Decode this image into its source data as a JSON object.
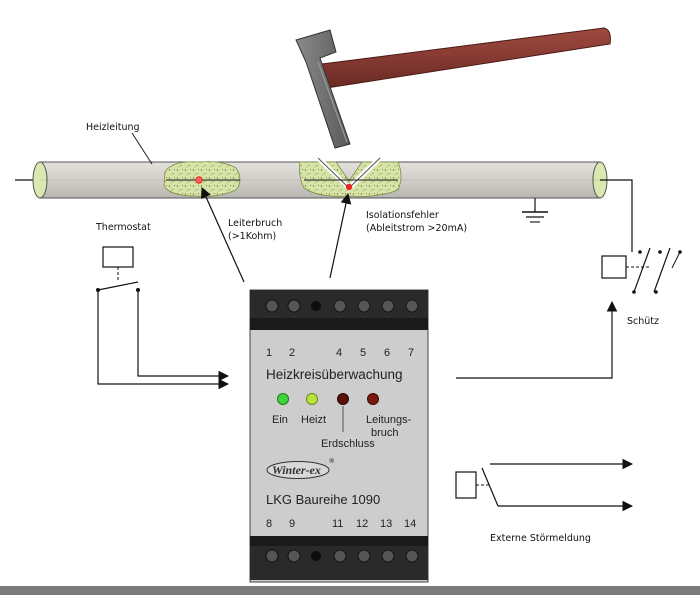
{
  "labels": {
    "heizleitung": "Heizleitung",
    "thermostat": "Thermostat",
    "leiterbruch_1": "Leiterbruch",
    "leiterbruch_2": "(>1Kohm)",
    "isolationsfehler_1": "Isolationsfehler",
    "isolationsfehler_2": "(Ableitstrom >20mA)",
    "schuetz": "Schütz",
    "externe": "Externe Störmeldung"
  },
  "device": {
    "title": "Heizkreisüberwachung",
    "terminals_top": [
      "1",
      "2",
      "4",
      "5",
      "6",
      "7"
    ],
    "terminals_bottom": [
      "8",
      "9",
      "11",
      "12",
      "13",
      "14"
    ],
    "logo": "Winter-ex",
    "model": "LKG Baureihe 1090",
    "leds": [
      {
        "label": "Ein",
        "color": "#3fd23a"
      },
      {
        "label": "Heizt",
        "color": "#b9e23a"
      },
      {
        "label": "Erdschluss",
        "color": "#5a1208"
      },
      {
        "label_line1": "Leitungs-",
        "label_line2": "bruch",
        "color": "#7a1a0e"
      }
    ]
  },
  "colors": {
    "cable": "#d4d1cc",
    "damage": "#d6e3a6",
    "fault": "#e8261e",
    "hammer_handle": "#8a3a32",
    "hammer_head": "#6e6e6e",
    "device_body": "#cfcfcf"
  }
}
